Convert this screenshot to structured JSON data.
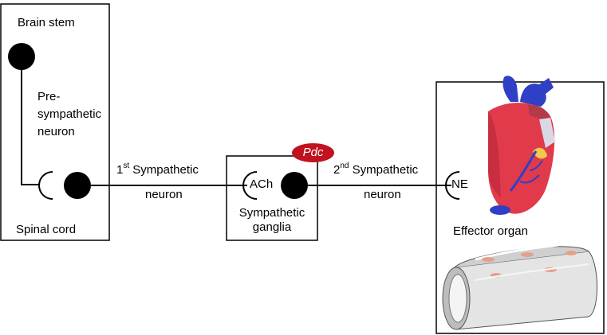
{
  "labels": {
    "brain_stem": "Brain stem",
    "pre_neuron_line1": "Pre-",
    "pre_neuron_line2": "sympathetic",
    "pre_neuron_line3": "neuron",
    "spinal_cord": "Spinal cord",
    "first_prefix": "1",
    "first_sup": "st",
    "first_word": " Sympathetic",
    "first_neuron": "neuron",
    "pdc": "Pdc",
    "ach": "ACh",
    "ganglia_line1": "Sympathetic",
    "ganglia_line2": "ganglia",
    "second_prefix": "2",
    "second_sup": "nd",
    "second_word": " Sympathetic",
    "second_neuron": "neuron",
    "ne": "NE",
    "effector_organ": "Effector organ"
  },
  "colors": {
    "line": "#000000",
    "pdc_badge": "#c1121f",
    "heart_red": "#e03a4b",
    "vessel_blue": "#2f3fc6",
    "vessel_gray": "#d9d9d9"
  },
  "icons": [
    "heart-illustration",
    "blood-vessel-illustration"
  ]
}
